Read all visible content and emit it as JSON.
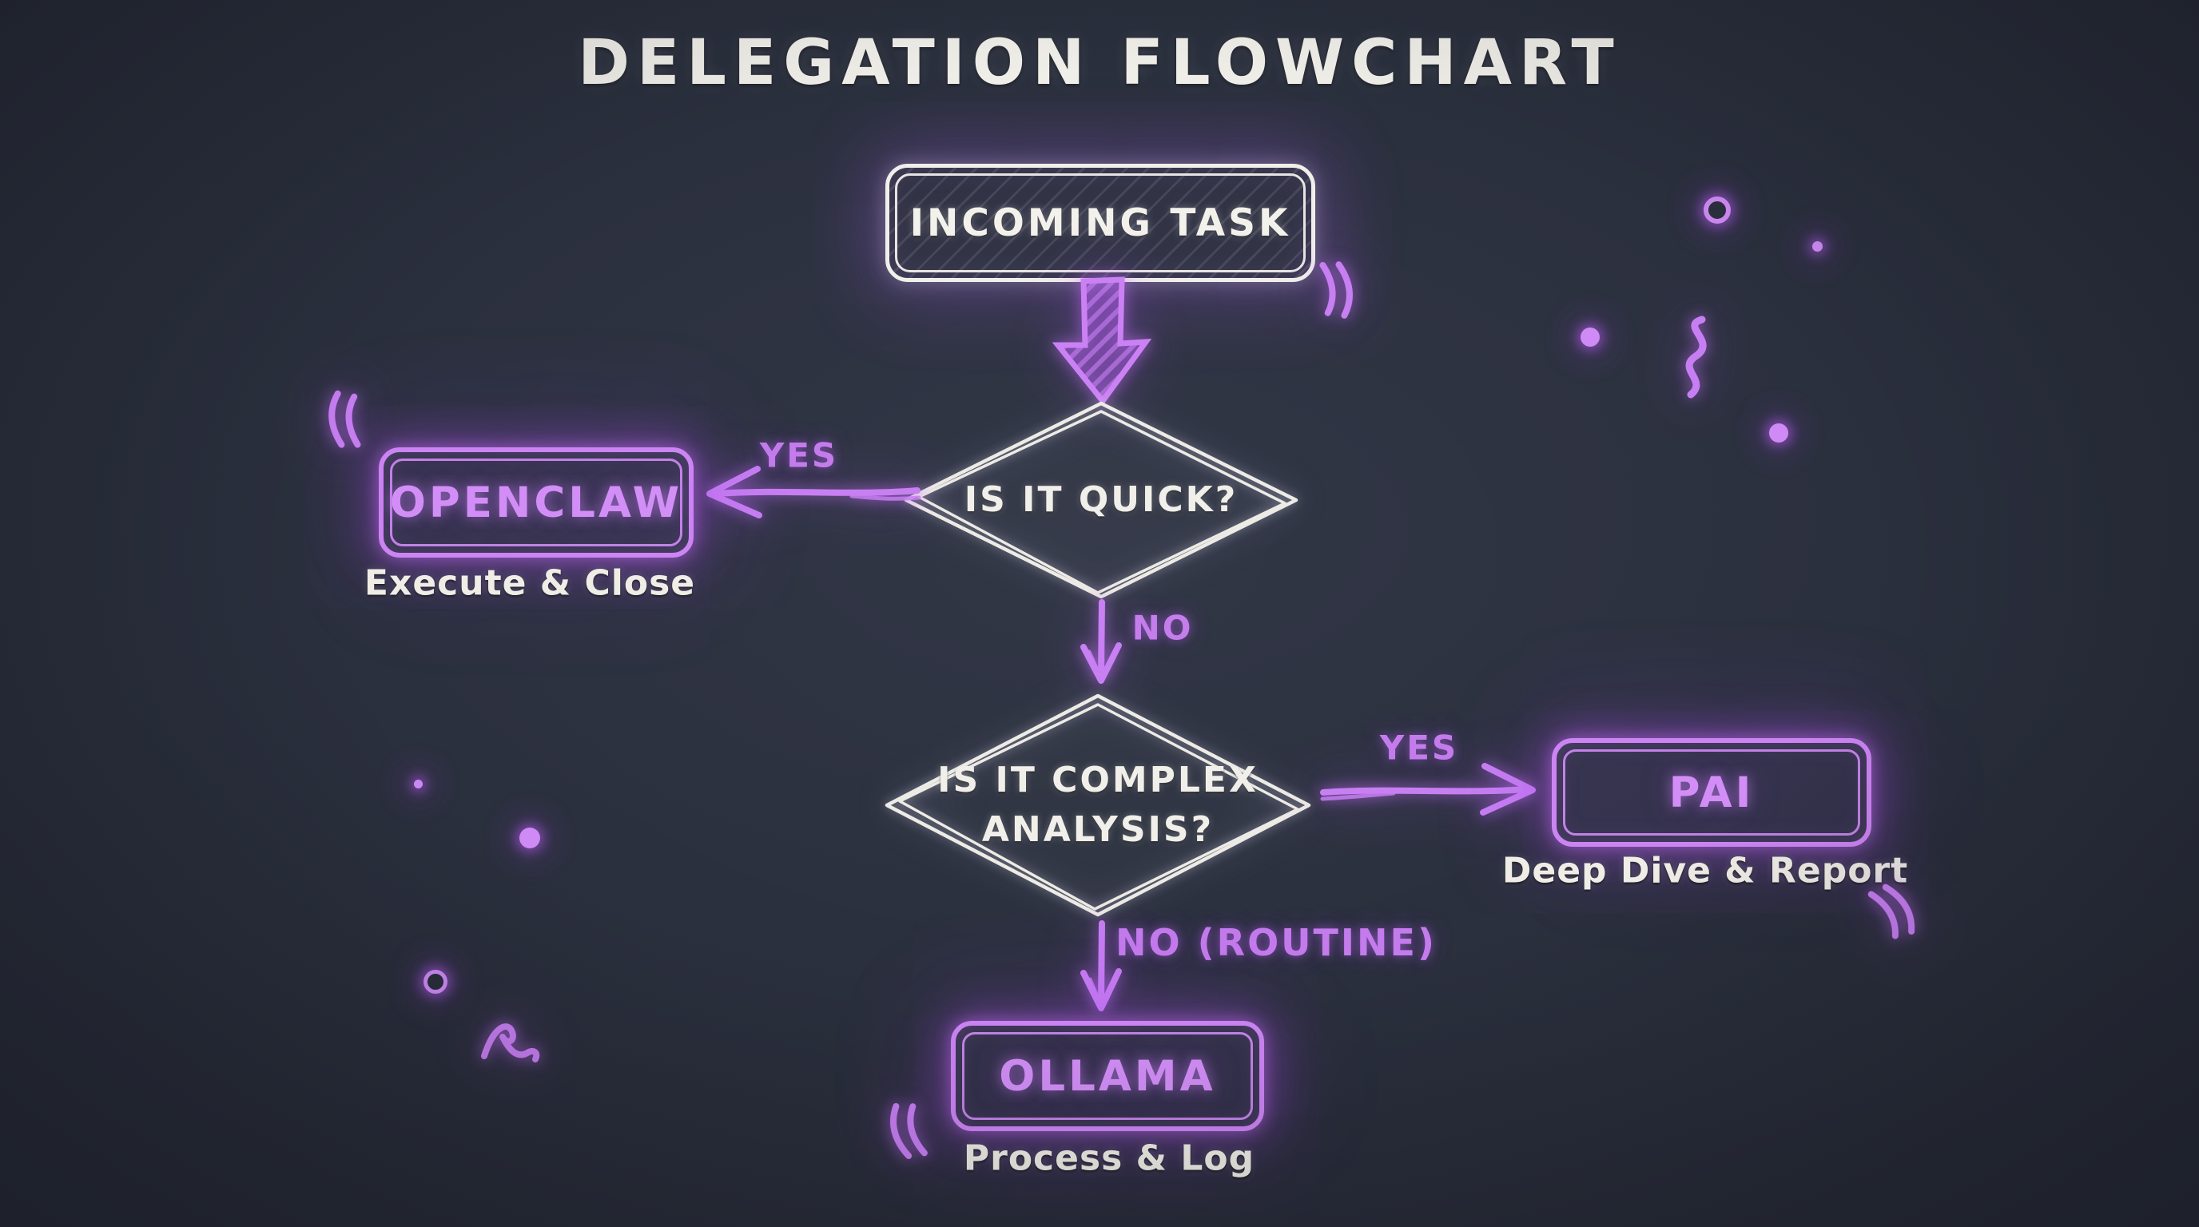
{
  "title": "DELEGATION FLOWCHART",
  "colors": {
    "background": "#2b303e",
    "stroke_white": "#f1efe9",
    "accent_purple": "#c77ef2",
    "label_purple": "#c47bec"
  },
  "nodes": {
    "incoming": {
      "label": "INCOMING TASK"
    },
    "quick": {
      "label": "IS IT QUICK?"
    },
    "openclaw": {
      "label": "OPENCLAW",
      "sublabel": "Execute & Close"
    },
    "complex": {
      "line1": "IS IT COMPLEX",
      "line2": "ANALYSIS?"
    },
    "pai": {
      "label": "PAI",
      "sublabel": "Deep Dive & Report"
    },
    "ollama": {
      "label": "OLLAMA",
      "sublabel": "Process & Log"
    }
  },
  "edges": {
    "quick_yes": {
      "label": "YES"
    },
    "quick_no": {
      "label": "NO"
    },
    "complex_yes": {
      "label": "YES"
    },
    "complex_no": {
      "label": "NO (ROUTINE)"
    }
  }
}
